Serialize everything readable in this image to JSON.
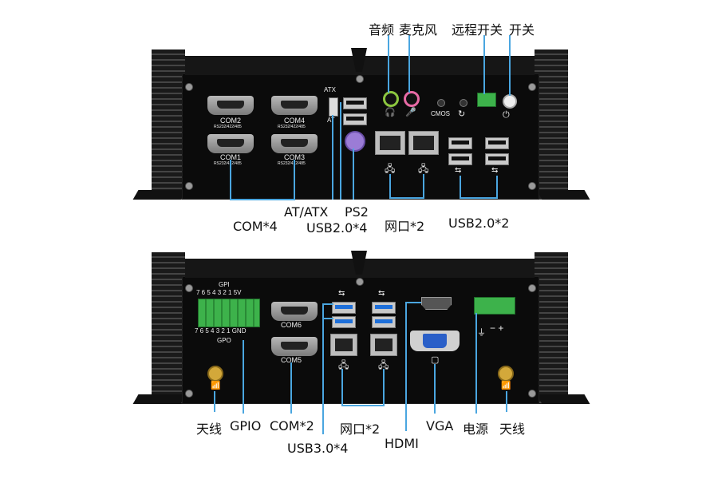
{
  "top_panel": {
    "port_silkscreen": {
      "com2": "COM2",
      "com4": "COM4",
      "com1": "COM1",
      "com3": "COM3",
      "rs_spec": "RS232/422/485",
      "atx": "ATX",
      "at": "AT",
      "cmos": "CMOS"
    },
    "callouts": {
      "audio": "音频",
      "mic": "麦克风",
      "remote_switch": "远程开关",
      "power_switch": "开关",
      "com4x": "COM*4",
      "at_atx": "AT/ATX",
      "ps2": "PS2",
      "usb20x4": "USB2.0*4",
      "lan2": "网口*2",
      "usb20x2": "USB2.0*2"
    }
  },
  "bottom_panel": {
    "port_silkscreen": {
      "gpi": "GPI",
      "gpi_pins": "7 6 5 4 3 2 1 5V",
      "gpo_pins": "7 6 5 4 3 2 1 GND",
      "gpo": "GPO",
      "com6": "COM6",
      "com5": "COM5",
      "power_polarity": "− +"
    },
    "callouts": {
      "antenna_left": "天线",
      "gpio": "GPIO",
      "com2x": "COM*2",
      "lan2": "网口*2",
      "usb30x4": "USB3.0*4",
      "hdmi": "HDMI",
      "vga": "VGA",
      "power": "电源",
      "antenna_right": "天线"
    }
  },
  "colors": {
    "callout_line": "#4aa6e0",
    "chassis": "#0b0b0b",
    "terminal_green": "#3db24b",
    "usb3_blue": "#1e6fd9",
    "audio_green": "#8cc63f",
    "audio_pink": "#e86aa5"
  }
}
